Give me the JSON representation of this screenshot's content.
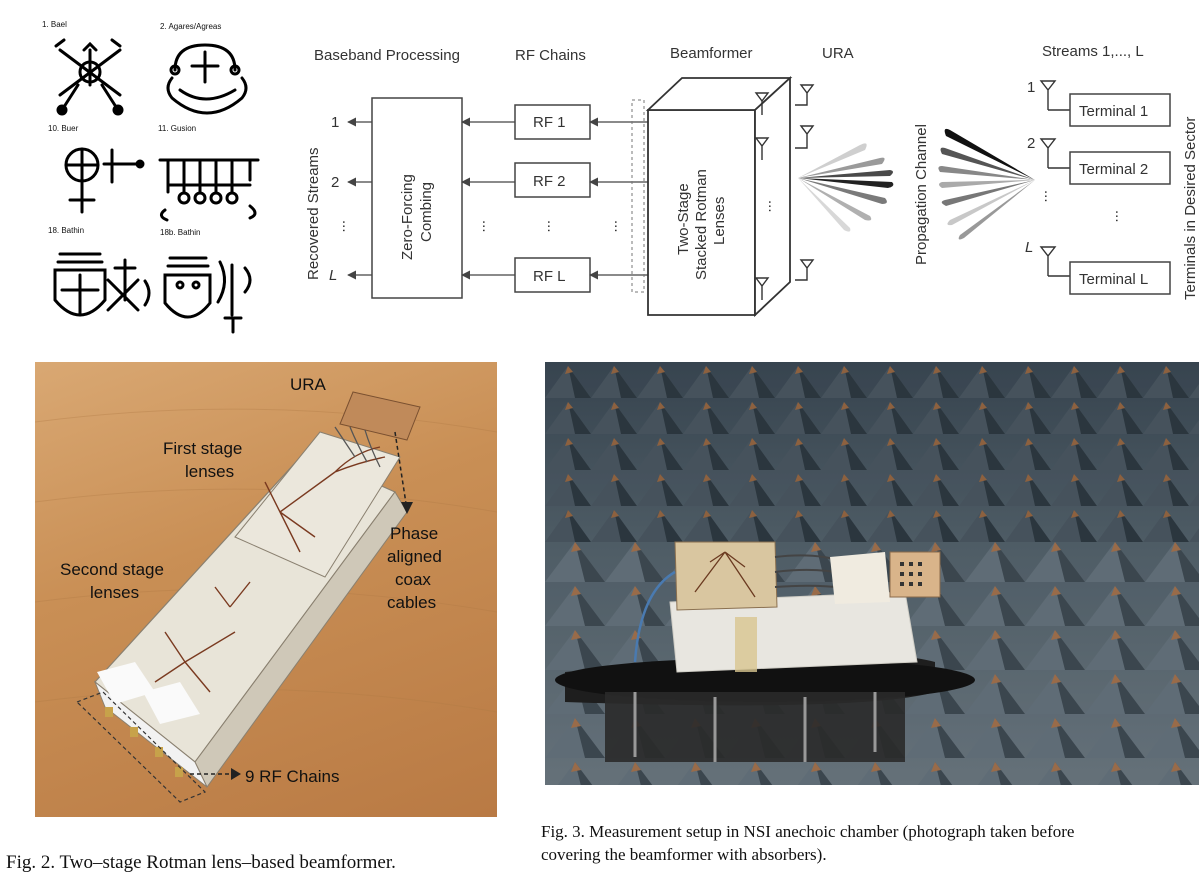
{
  "sigils": [
    {
      "label": "1. Bael"
    },
    {
      "label": "2. Agares/Agreas"
    },
    {
      "label": "10. Buer"
    },
    {
      "label": "11. Gusion"
    },
    {
      "label": "18. Bathin"
    },
    {
      "label": "18b. Bathin"
    }
  ],
  "diagram": {
    "headers": {
      "baseband": "Baseband Processing",
      "rf_chains": "RF Chains",
      "beamformer": "Beamformer",
      "ura": "URA",
      "streams": "Streams 1,..., L"
    },
    "left_axis": "Recovered Streams",
    "stream_indices": [
      "1",
      "2",
      "L"
    ],
    "combining_box": [
      "Zero-Forcing",
      "Combing"
    ],
    "rf_boxes": [
      "RF 1",
      "RF 2",
      "RF L"
    ],
    "lens_box": [
      "Two-Stage",
      "Stacked Rotman",
      "Lenses"
    ],
    "channel_label": "Propagation Channel",
    "terminals": [
      "Terminal 1",
      "Terminal 2",
      "Terminal L"
    ],
    "terminal_indices": [
      "1",
      "2",
      "L"
    ],
    "right_axis": "Terminals in Desired Sector",
    "ellipsis": "..."
  },
  "fig2": {
    "annotations": {
      "ura": "URA",
      "first_stage_1": "First stage",
      "first_stage_2": "lenses",
      "second_stage_1": "Second stage",
      "second_stage_2": "lenses",
      "phase_1": "Phase",
      "phase_2": "aligned",
      "phase_3": "coax",
      "phase_4": "cables",
      "rf": "9 RF Chains"
    },
    "caption": "Fig. 2.  Two–stage Rotman lens–based beamformer."
  },
  "fig3": {
    "caption_line1": "Fig. 3.  Measurement setup in NSI anechoic chamber (photograph taken before",
    "caption_line2": "covering the beamformer with absorbers)."
  }
}
